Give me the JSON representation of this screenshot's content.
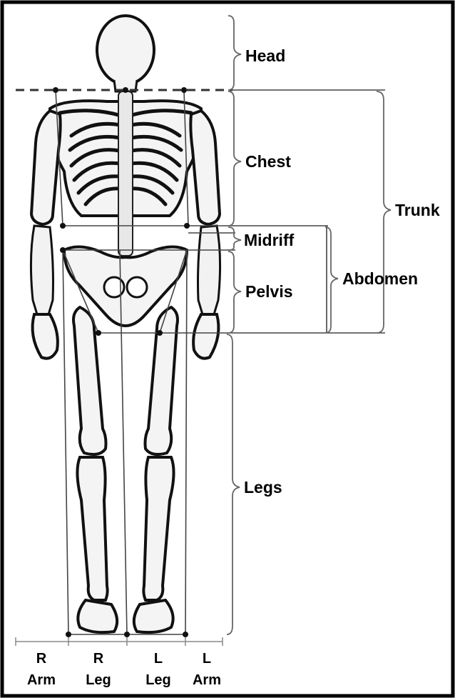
{
  "regions": {
    "head": "Head",
    "chest": "Chest",
    "trunk": "Trunk",
    "midriff": "Midriff",
    "pelvis": "Pelvis",
    "abdomen": "Abdomen",
    "legs": "Legs"
  },
  "bottom_labels": [
    {
      "side": "R",
      "part": "Arm"
    },
    {
      "side": "R",
      "part": "Leg"
    },
    {
      "side": "L",
      "part": "Leg"
    },
    {
      "side": "L",
      "part": "Arm"
    }
  ]
}
